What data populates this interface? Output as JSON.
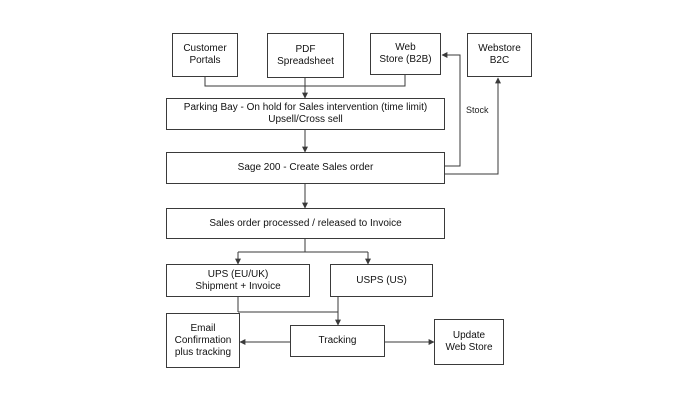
{
  "nodes": {
    "customer_portals": {
      "lines": [
        "Customer",
        "Portals"
      ]
    },
    "pdf_spreadsheet": {
      "lines": [
        "PDF",
        "Spreadsheet"
      ]
    },
    "web_store_b2b": {
      "lines": [
        "Web",
        "Store (B2B)"
      ]
    },
    "webstore_b2c": {
      "lines": [
        "Webstore",
        "B2C"
      ]
    },
    "parking_bay": {
      "lines": [
        "Parking Bay - On hold for Sales  intervention (time limit)",
        "Upsell/Cross sell"
      ]
    },
    "sage_200": {
      "lines": [
        "Sage 200 - Create Sales order"
      ]
    },
    "sales_order_processed": {
      "lines": [
        "Sales order processed / released to Invoice"
      ]
    },
    "ups": {
      "lines": [
        "UPS (EU/UK)",
        "Shipment + Invoice"
      ]
    },
    "usps": {
      "lines": [
        "USPS (US)"
      ]
    },
    "email_confirmation": {
      "lines": [
        "Email",
        "Confirmation",
        "plus tracking"
      ]
    },
    "tracking": {
      "lines": [
        "Tracking"
      ]
    },
    "update_web_store": {
      "lines": [
        "Update",
        "Web Store"
      ]
    }
  },
  "edge_labels": {
    "stock": "Stock"
  },
  "colors": {
    "line": "#3a3a3a",
    "box_border": "#3a3a3a",
    "background": "#ffffff"
  }
}
